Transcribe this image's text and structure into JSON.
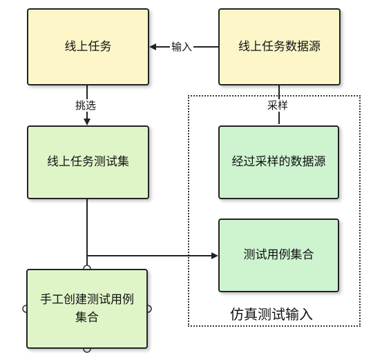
{
  "nodes": {
    "online_task": "线上任务",
    "online_data_source": "线上任务数据源",
    "online_test_set": "线上任务测试集",
    "sampled_data_source": "经过采样的数据源",
    "manual_test_cases": "手工创建测试用例集合",
    "test_case_set": "测试用例集合"
  },
  "edge_labels": {
    "input": "输入",
    "filter": "挑选",
    "sample": "采样"
  },
  "group": {
    "label": "仿真测试输入"
  },
  "colors": {
    "yellow_fill": "#fcf6c9",
    "green_fill": "#dff5c8",
    "mint_fill": "#cdf3cf",
    "stroke": "#222222"
  }
}
